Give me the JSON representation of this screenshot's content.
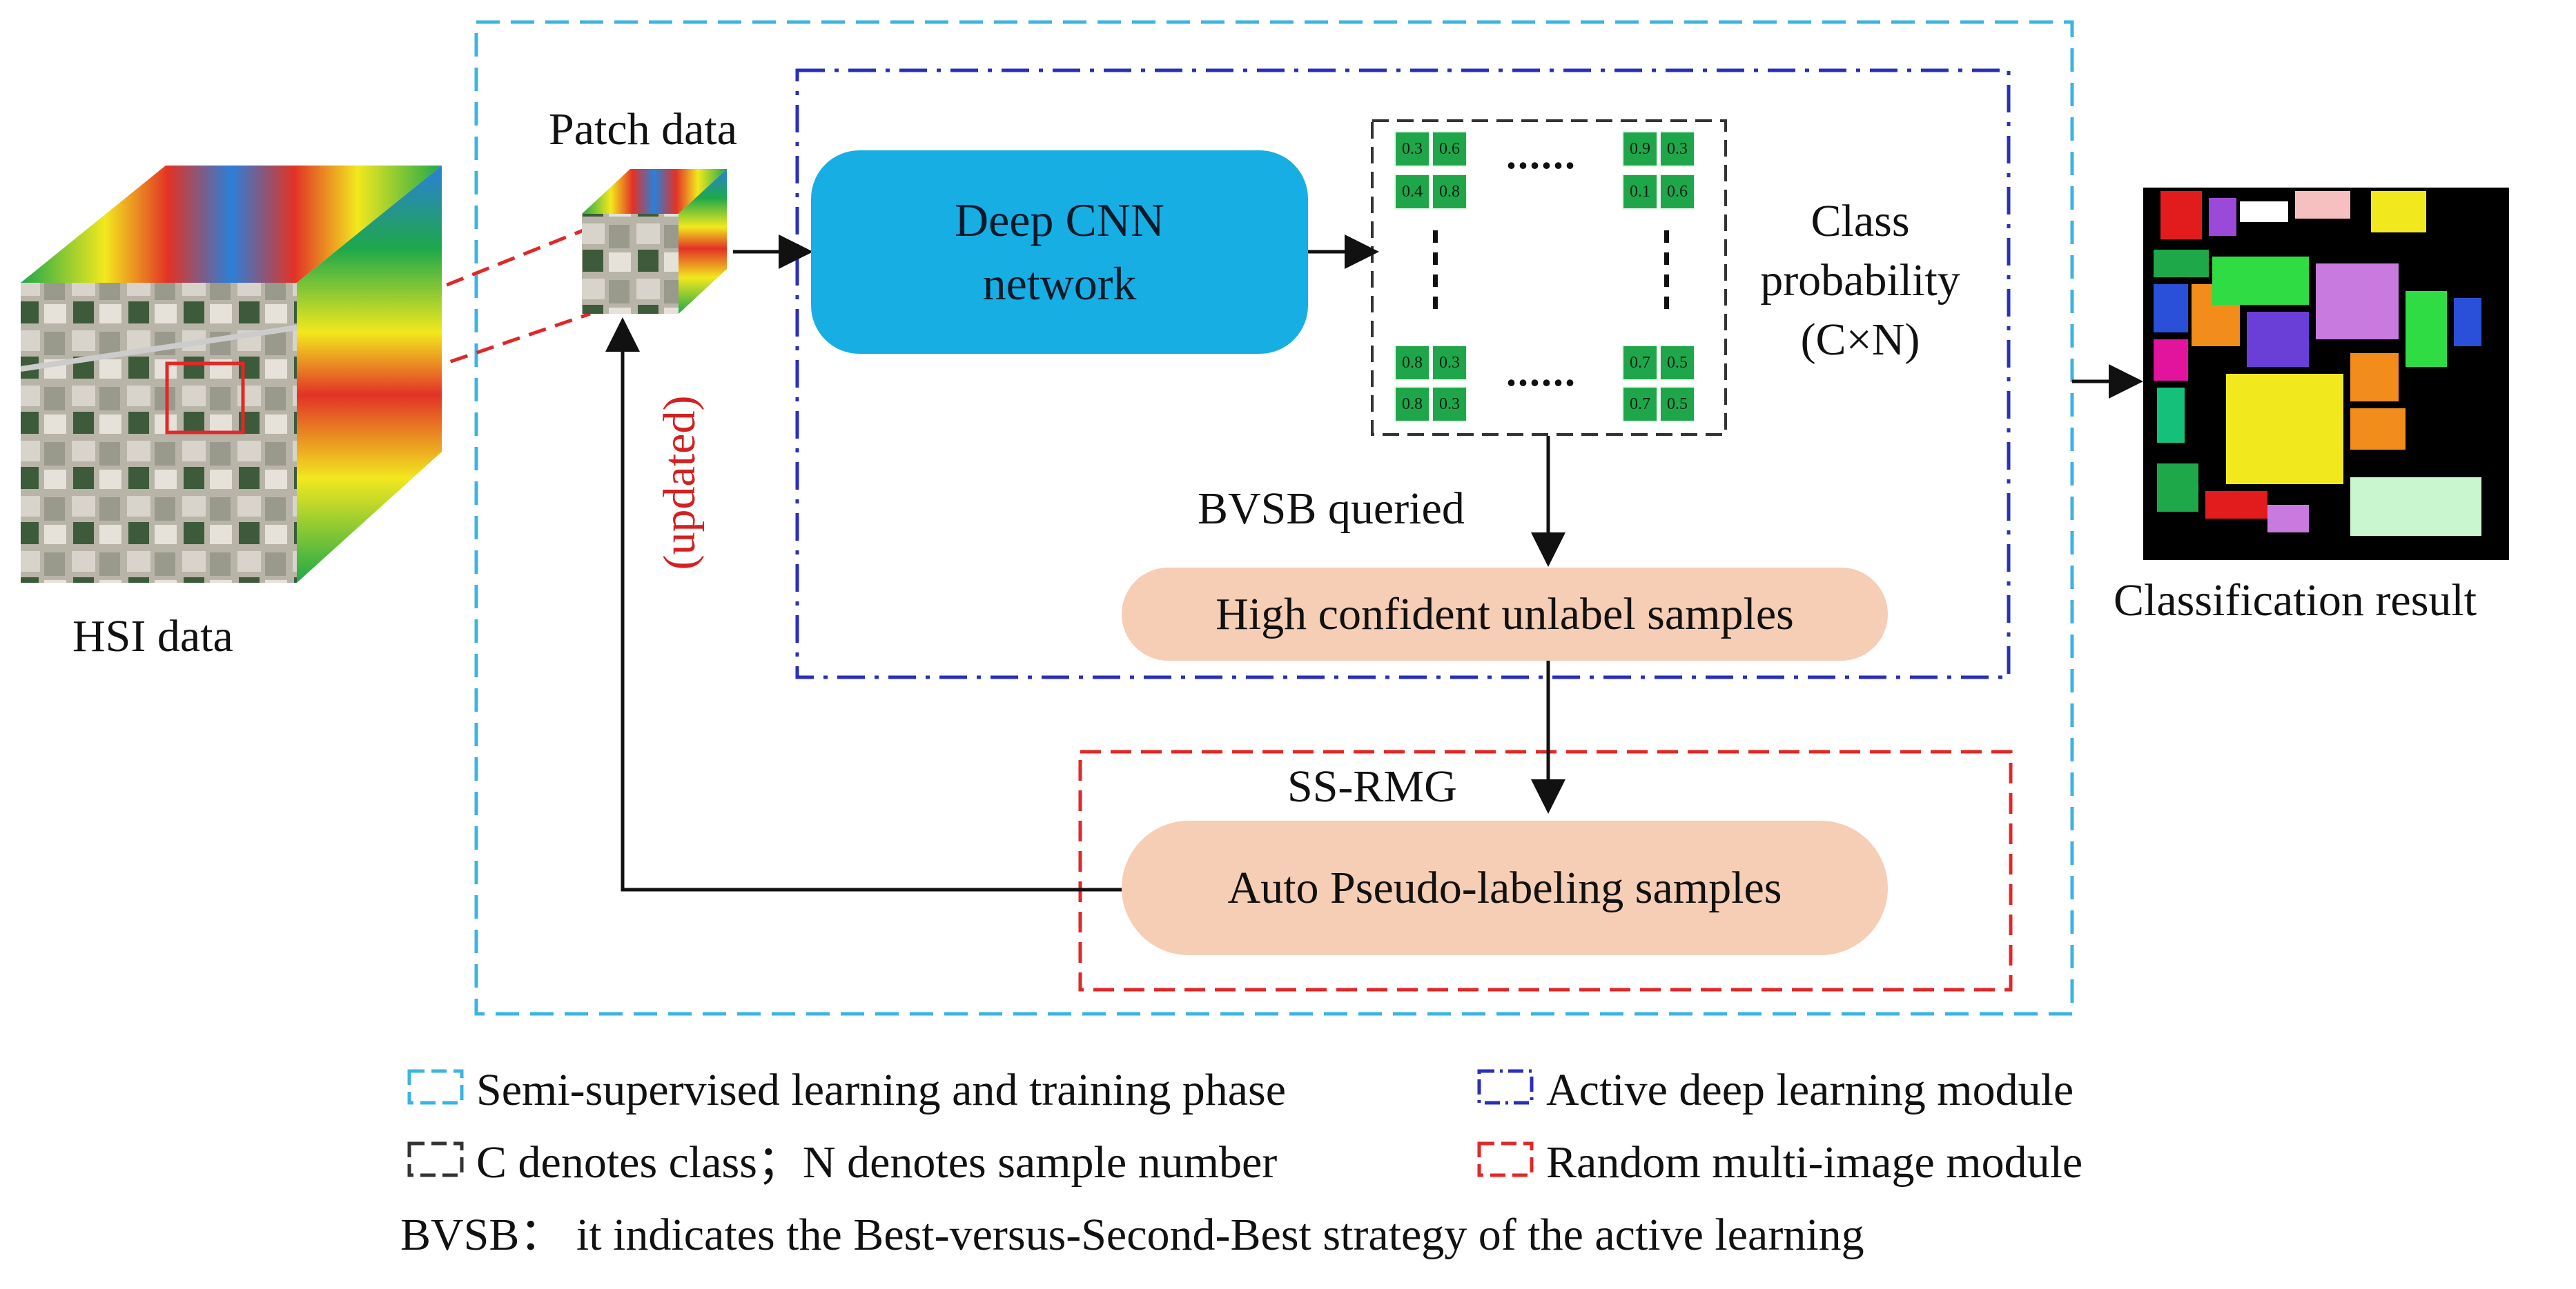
{
  "labels": {
    "hsi_data": "HSI data",
    "patch_data": "Patch data",
    "deep_cnn": "Deep CNN\nnetwork",
    "class_probability": "Class\nprobability\n(C×N)",
    "bvsb_queried": "BVSB queried",
    "high_confident": "High confident unlabel samples",
    "ss_rmg": "SS-RMG",
    "auto_pseudo": "Auto Pseudo-labeling samples",
    "updated": "(updated)",
    "classification_result": "Classification  result",
    "dots": "......"
  },
  "matrix": {
    "top_left": [
      "0.3",
      "0.6",
      "0.4",
      "0.8"
    ],
    "top_right": [
      "0.9",
      "0.3",
      "0.1",
      "0.6"
    ],
    "bottom_left": [
      "0.8",
      "0.3",
      "0.8",
      "0.3"
    ],
    "bottom_right": [
      "0.7",
      "0.5",
      "0.7",
      "0.5"
    ]
  },
  "legend": {
    "semi_supervised": "Semi-supervised learning and training phase",
    "active_deep": "Active deep learning module",
    "c_n": "C denotes class；N denotes sample number",
    "random_multi": "Random multi-image module",
    "bvsb_note": "BVSB：  it indicates the Best-versus-Second-Best strategy of  the active learning"
  },
  "colors": {
    "outer_box": "#3cb4e0",
    "active_box": "#2a2fb8",
    "random_box": "#e02828",
    "matrix_box": "#333333",
    "cnn_fill": "#17aee3",
    "sample_fill": "#f6cdb5",
    "matrix_cell": "#1fa64a",
    "updated_text": "#d42020"
  }
}
